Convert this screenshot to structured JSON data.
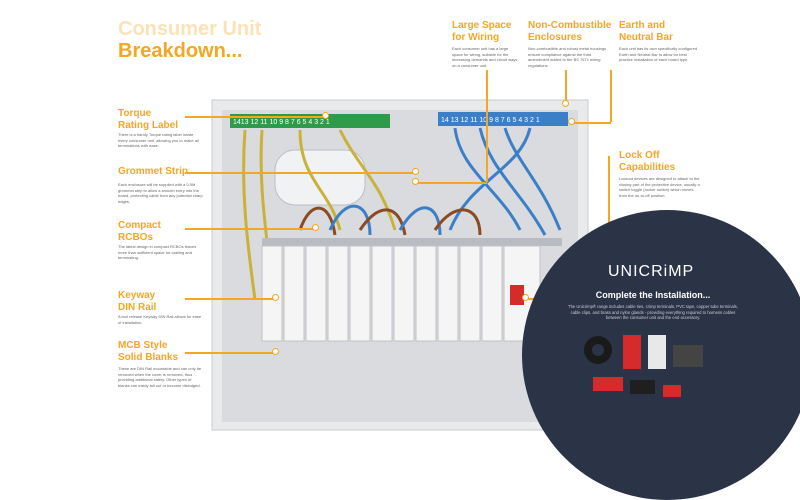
{
  "title": {
    "line1": "Consumer Unit",
    "line2": "Breakdown..."
  },
  "left_callouts": [
    {
      "label": "Torque\nRating Label",
      "text": "There is a handy Torque rating label inside every consumer unit, allowing you to make all terminations with ease."
    },
    {
      "label": "Grommet Strip",
      "text": "Each enclosure will be supplied with a 0.5M grommet strip to allow a smooth entry into the board, protecting cable from any potential sharp edges."
    },
    {
      "label": "Compact\nRCBOs",
      "text": "The latest design in compact RCBOs leaves more than sufficient space for cabling and terminating."
    },
    {
      "label": "Keyway\nDIN Rail",
      "text": "A tool release Keyway DIN Rail allows for ease of installation."
    },
    {
      "label": "MCB Style\nSolid Blanks",
      "text": "These are DIN Rail mountable and can only be removed when the cover is removed, thus providing additional safety. Other types of blanks can easily fall out or become dislodged."
    }
  ],
  "top_callouts": [
    {
      "label": "Large Space\nfor Wiring",
      "text": "Each consumer unit has a large space for wiring, suitable for the increasing demands and circuit ways on a consumer unit."
    },
    {
      "label": "Non-Combustible\nEnclosures",
      "text": "Non-combustible and robust metal housings ensure compliance against the third amendment added to the BS 7671 wiring regulations."
    },
    {
      "label": "Earth and\nNeutral Bar",
      "text": "Each unit has its own specifically configured Earth and Neutral Bar to allow for best practice installation of each board type."
    }
  ],
  "right_callout": {
    "label": "Lock Off\nCapabilities",
    "text": "Lockout devices are designed to attach to the closing part of the protective device, usually a switch toggle (rocker switch) which moves from the on-to-off position."
  },
  "terminal_left": "1413 12 11 10 9 8 7 6 5 4 3 2 1",
  "terminal_right": "14 13 12 11 10 9 8 7 6 5 4 3 2 1",
  "promo": {
    "brand": "UNICRiMP",
    "heading": "Complete the Installation...",
    "text": "The Unicrimp® range includes cable ties, crimp terminals, PVC tape, copper tube terminals, cable clips, and brass and nylon glands - providing everything required to harness cables between the consumer unit and the end accessory."
  },
  "colors": {
    "accent": "#f5a623",
    "navy": "#2b3346",
    "green_bar": "#2e9a4a",
    "blue_bar": "#3d7fc7"
  }
}
